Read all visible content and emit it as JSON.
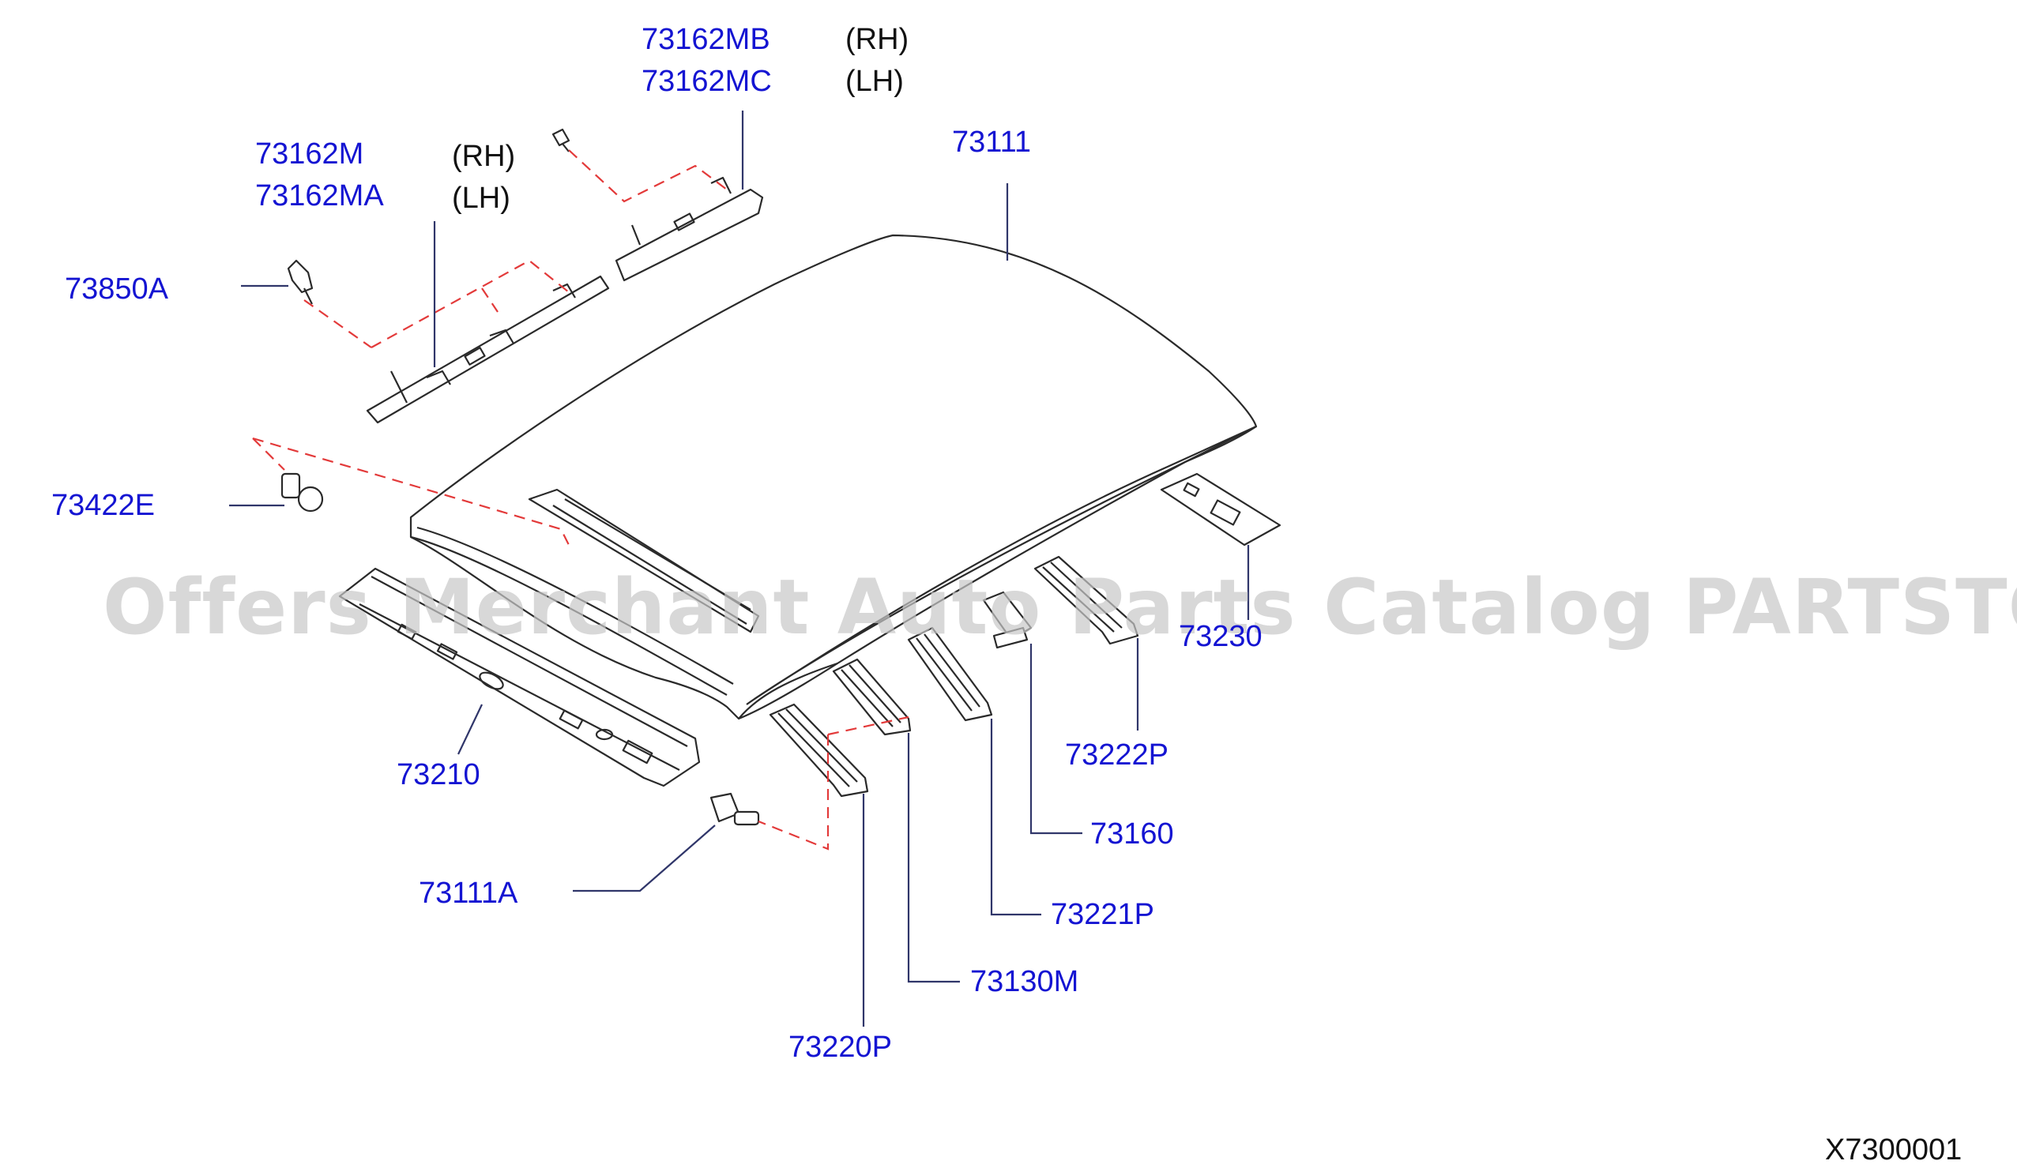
{
  "labels": {
    "p73162MB": "73162MB",
    "p73162MC": "73162MC",
    "rh1": "(RH)",
    "lh1": "(LH)",
    "p73162M": "73162M",
    "p73162MA": "73162MA",
    "rh2": "(RH)",
    "lh2": "(LH)",
    "p73111": "73111",
    "p73850A": "73850A",
    "p73422E": "73422E",
    "p73230": "73230",
    "p73222P": "73222P",
    "p73160": "73160",
    "p73210": "73210",
    "p73111A": "73111A",
    "p73221P": "73221P",
    "p73130M": "73130M",
    "p73220P": "73220P"
  },
  "diagram_code": "X7300001",
  "watermark": "Offers Merchant Auto Parts Catalog PARTSTORE.SA",
  "colors": {
    "part_number": "#1414d2",
    "leader_line": "#30366a",
    "fastener_dash": "#e33a3a",
    "drawing": "#2a2a2a",
    "watermark": "#c8c8c8"
  }
}
